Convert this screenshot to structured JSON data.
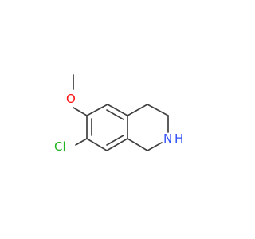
{
  "molecule": {
    "atoms": {
      "oxygen": {
        "symbol": "O",
        "color": "#ff0d0d"
      },
      "chlorine": {
        "symbol": "Cl",
        "color": "#1fb51f"
      },
      "nitrogen": {
        "symbol": "N",
        "color": "#3050f8"
      },
      "hydrogen_on_n": {
        "symbol": "H",
        "color": "#3050f8"
      }
    },
    "bond_color": "#404040",
    "background": "#ffffff"
  }
}
